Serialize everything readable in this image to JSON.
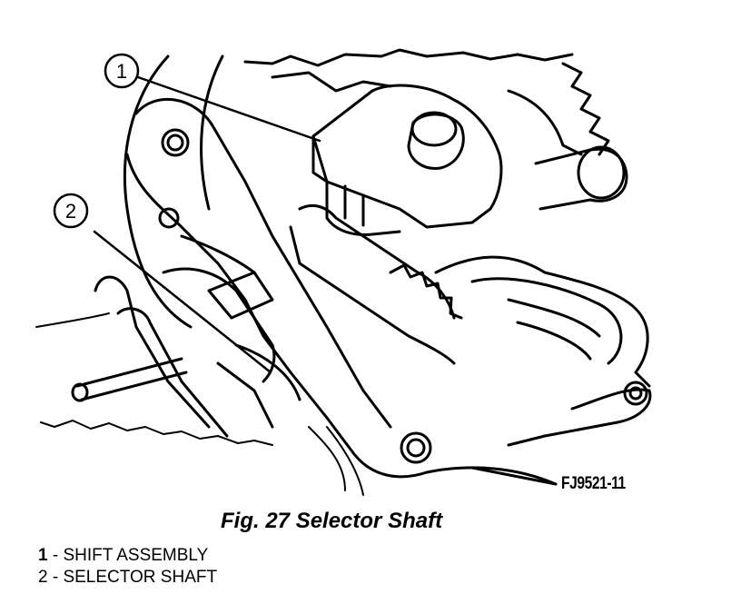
{
  "callouts": [
    {
      "number": "1"
    },
    {
      "number": "2"
    }
  ],
  "figure_code": "FJ9521-11",
  "caption": "Fig. 27 Selector Shaft",
  "legend": [
    {
      "number": "1",
      "text": " - SHIFT ASSEMBLY"
    },
    {
      "number": "2",
      "text": " - SELECTOR SHAFT"
    }
  ],
  "colors": {
    "line": "#000000",
    "background": "#ffffff"
  }
}
